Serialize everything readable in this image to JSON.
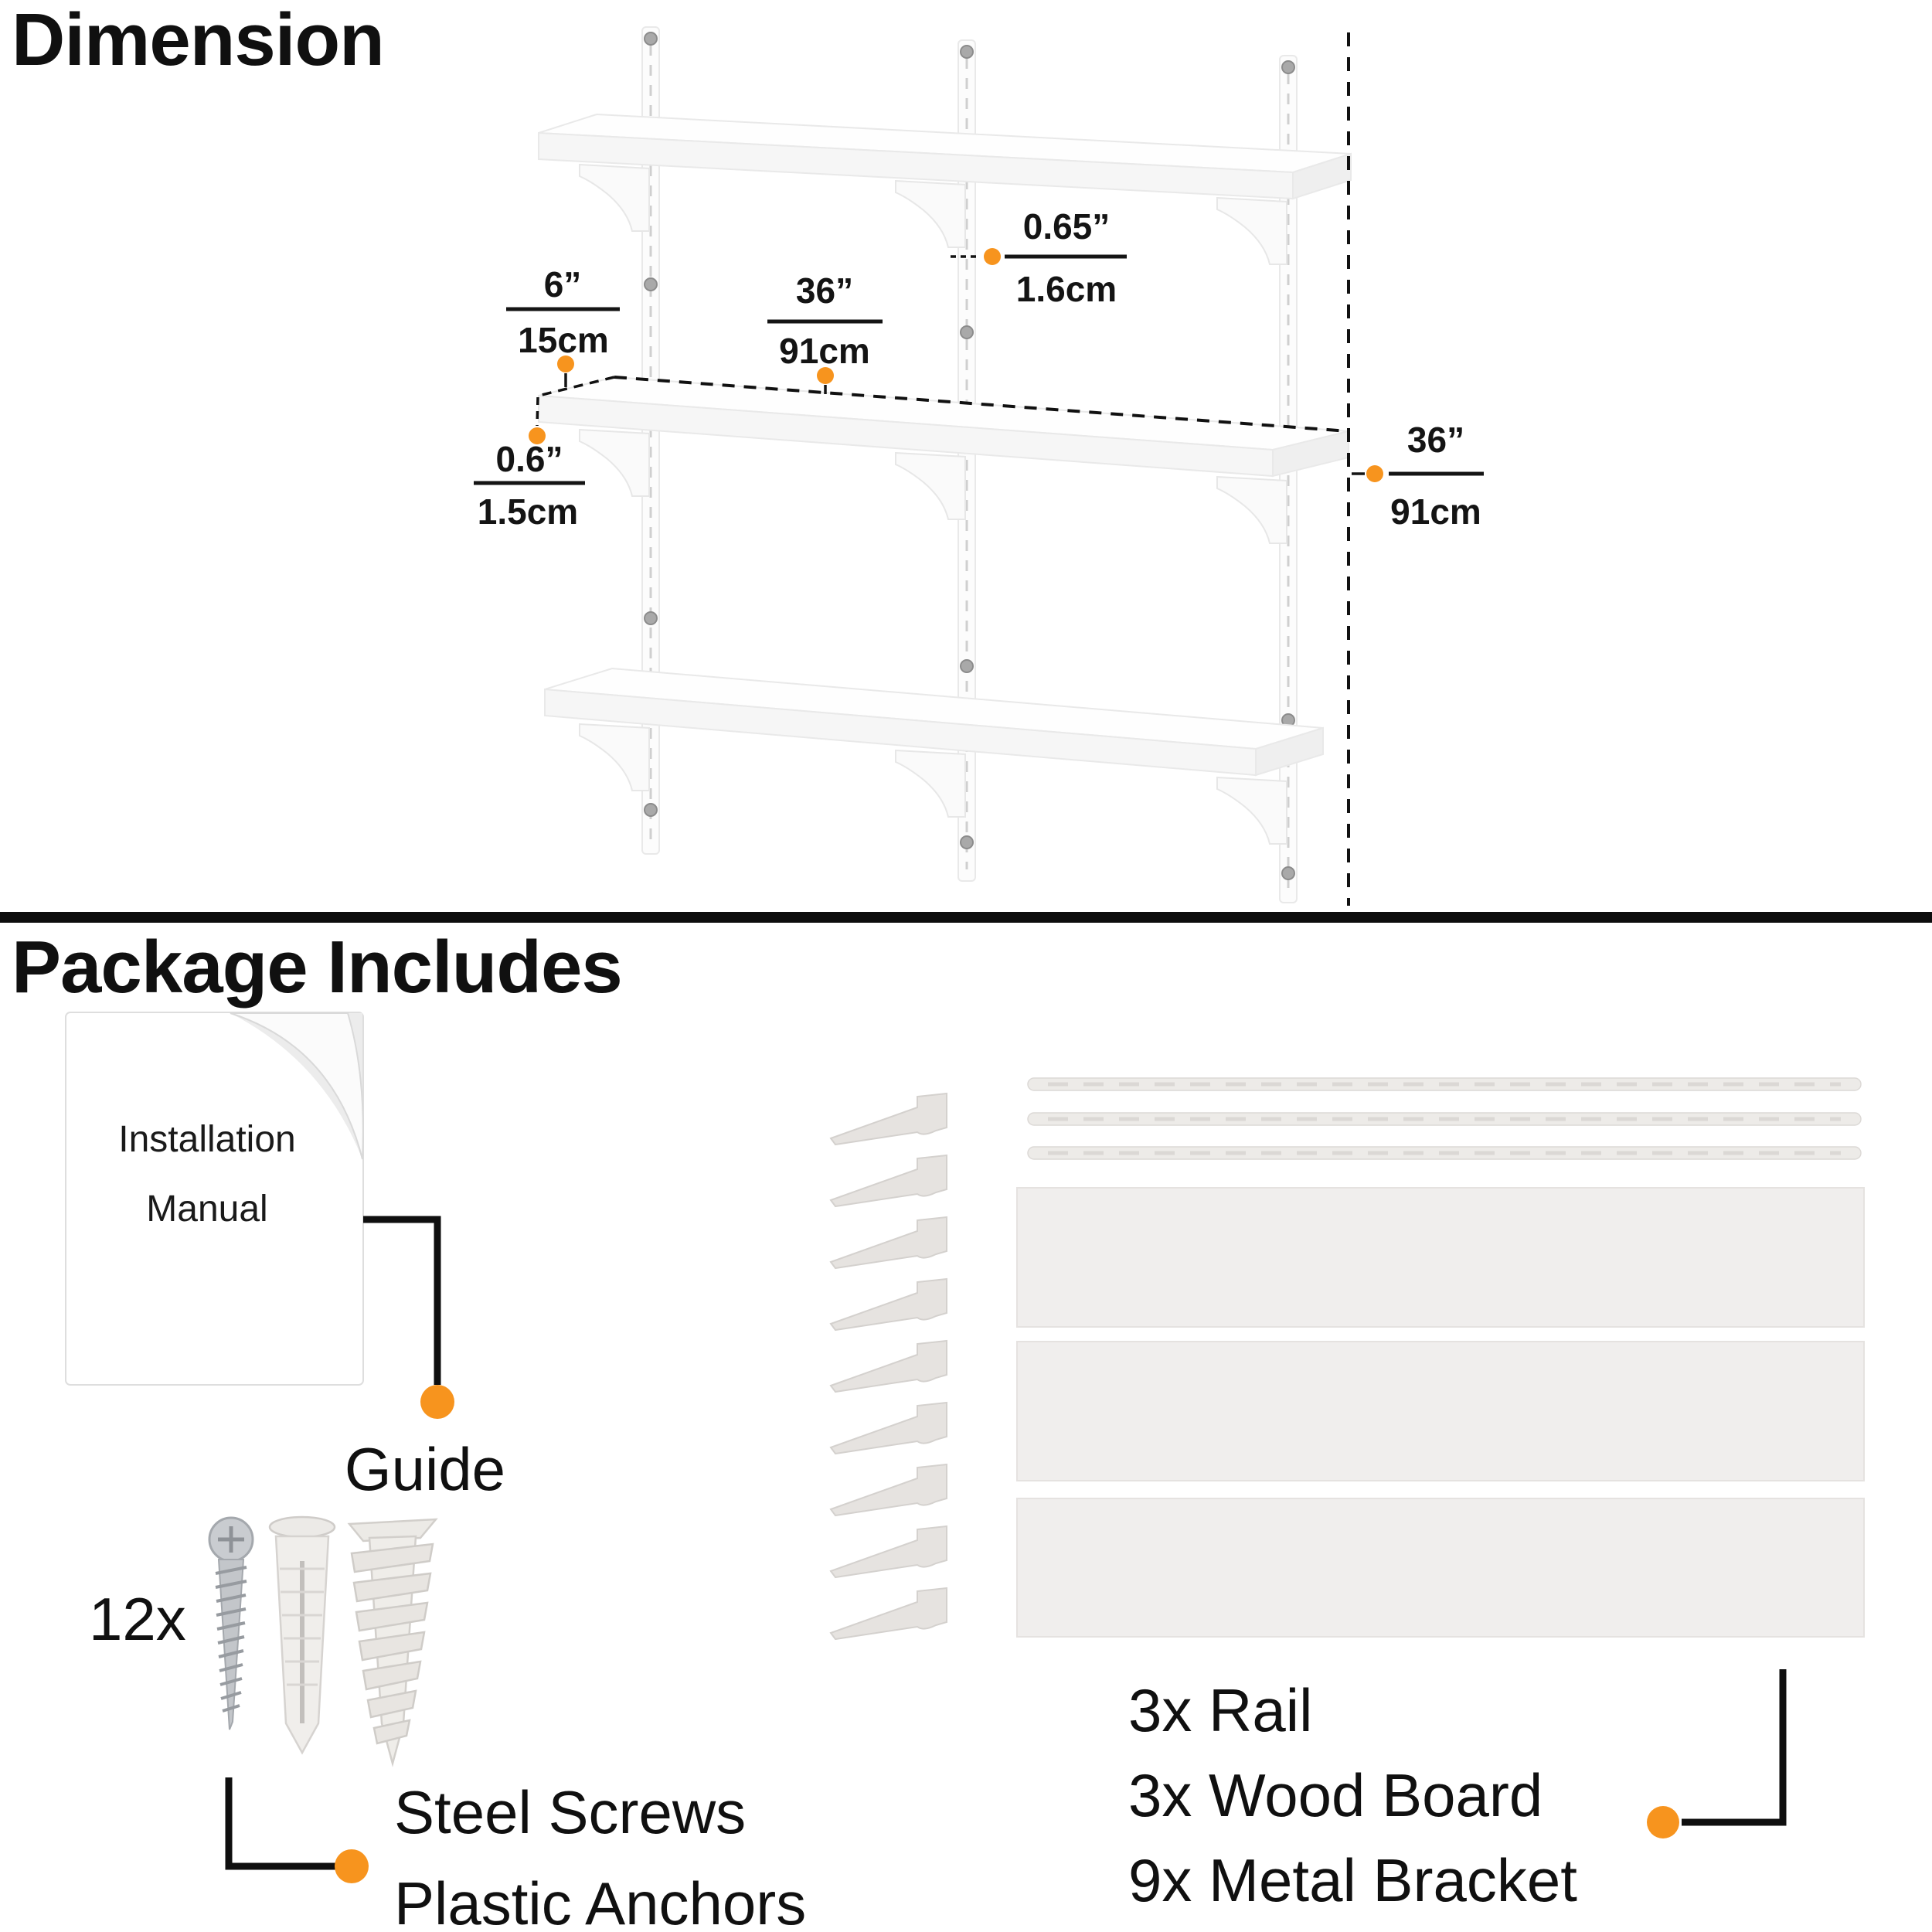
{
  "accent_color": "#f7941e",
  "sections": {
    "dimension": {
      "title": "Dimension"
    },
    "package": {
      "title": "Package Includes"
    }
  },
  "dimensions": {
    "bracket_depth": {
      "imperial": "6”",
      "metric": "15cm"
    },
    "board_length": {
      "imperial": "36”",
      "metric": "91cm"
    },
    "rail_width": {
      "imperial": "0.65”",
      "metric": "1.6cm"
    },
    "board_thickness": {
      "imperial": "0.6”",
      "metric": "1.5cm"
    },
    "rail_length": {
      "imperial": "36”",
      "metric": "91cm"
    }
  },
  "package": {
    "manual": {
      "line1": "Installation",
      "line2": "Manual",
      "callout": "Guide"
    },
    "fasteners": {
      "quantity": "12x",
      "label_line1": "Steel Screws",
      "label_line2": "Plastic Anchors"
    },
    "hardware": {
      "rails": "3x Rail",
      "boards": "3x Wood Board",
      "brackets": "9x Metal Bracket"
    }
  }
}
